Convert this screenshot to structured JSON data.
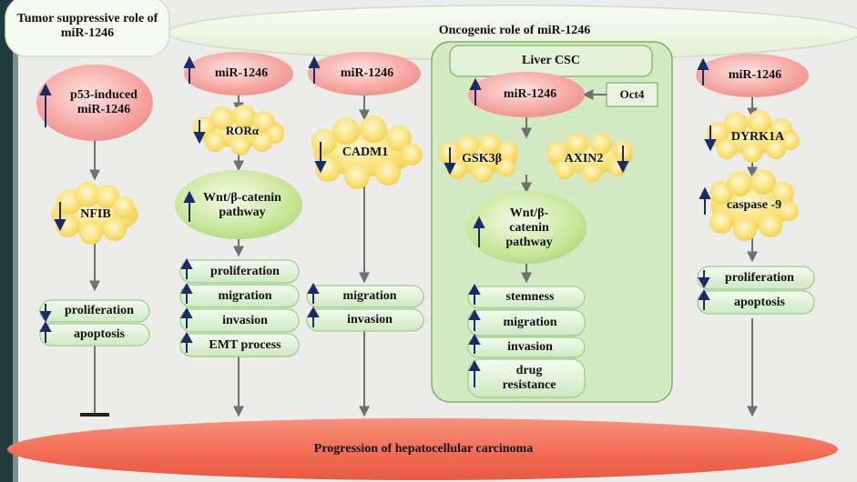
{
  "headers": {
    "tumor_suppressive": "Tumor suppressive role of miR-1246",
    "oncogenic": "Oncogenic role of miR-1246"
  },
  "liver_csc": {
    "title": "Liver CSC",
    "oct4": "Oct4"
  },
  "nodes": {
    "p53": "p53-induced miR-1246",
    "nfib": "NFIB",
    "mir_a": "miR-1246",
    "rora": "RORα",
    "wnt_a": "Wnt/β-catenin pathway",
    "mir_b": "miR-1246",
    "cadm1": "CADM1",
    "mir_c": "miR-1246",
    "gsk3b": "GSK3β",
    "axin2": "AXIN2",
    "wnt_c": "Wnt/β-catenin pathway",
    "mir_d": "miR-1246",
    "dyrk1a": "DYRK1A",
    "caspase9": "caspase -9"
  },
  "outcomes": {
    "col1": [
      "proliferation",
      "apoptosis"
    ],
    "col2": [
      "proliferation",
      "migration",
      "invasion",
      "EMT process"
    ],
    "col3": [
      "migration",
      "invasion"
    ],
    "col4": [
      "stemness",
      "migration",
      "invasion",
      "drug resistance"
    ],
    "col5": [
      "proliferation",
      "apoptosis"
    ]
  },
  "footer": "Progression of hepatocellular carcinoma",
  "colors": {
    "frame": "#1f3b3b",
    "background": "#ececea",
    "mir_pink": "#f7a8a4",
    "cloud_yellow": "#f9df6e",
    "green_node": "#c8e69a",
    "outcome_green": "#d7efcd",
    "csc_box": "#cfe8c0",
    "footer_red": "#f26a52",
    "arrow_up": "#1a2b6a",
    "line_gray": "#707070"
  }
}
